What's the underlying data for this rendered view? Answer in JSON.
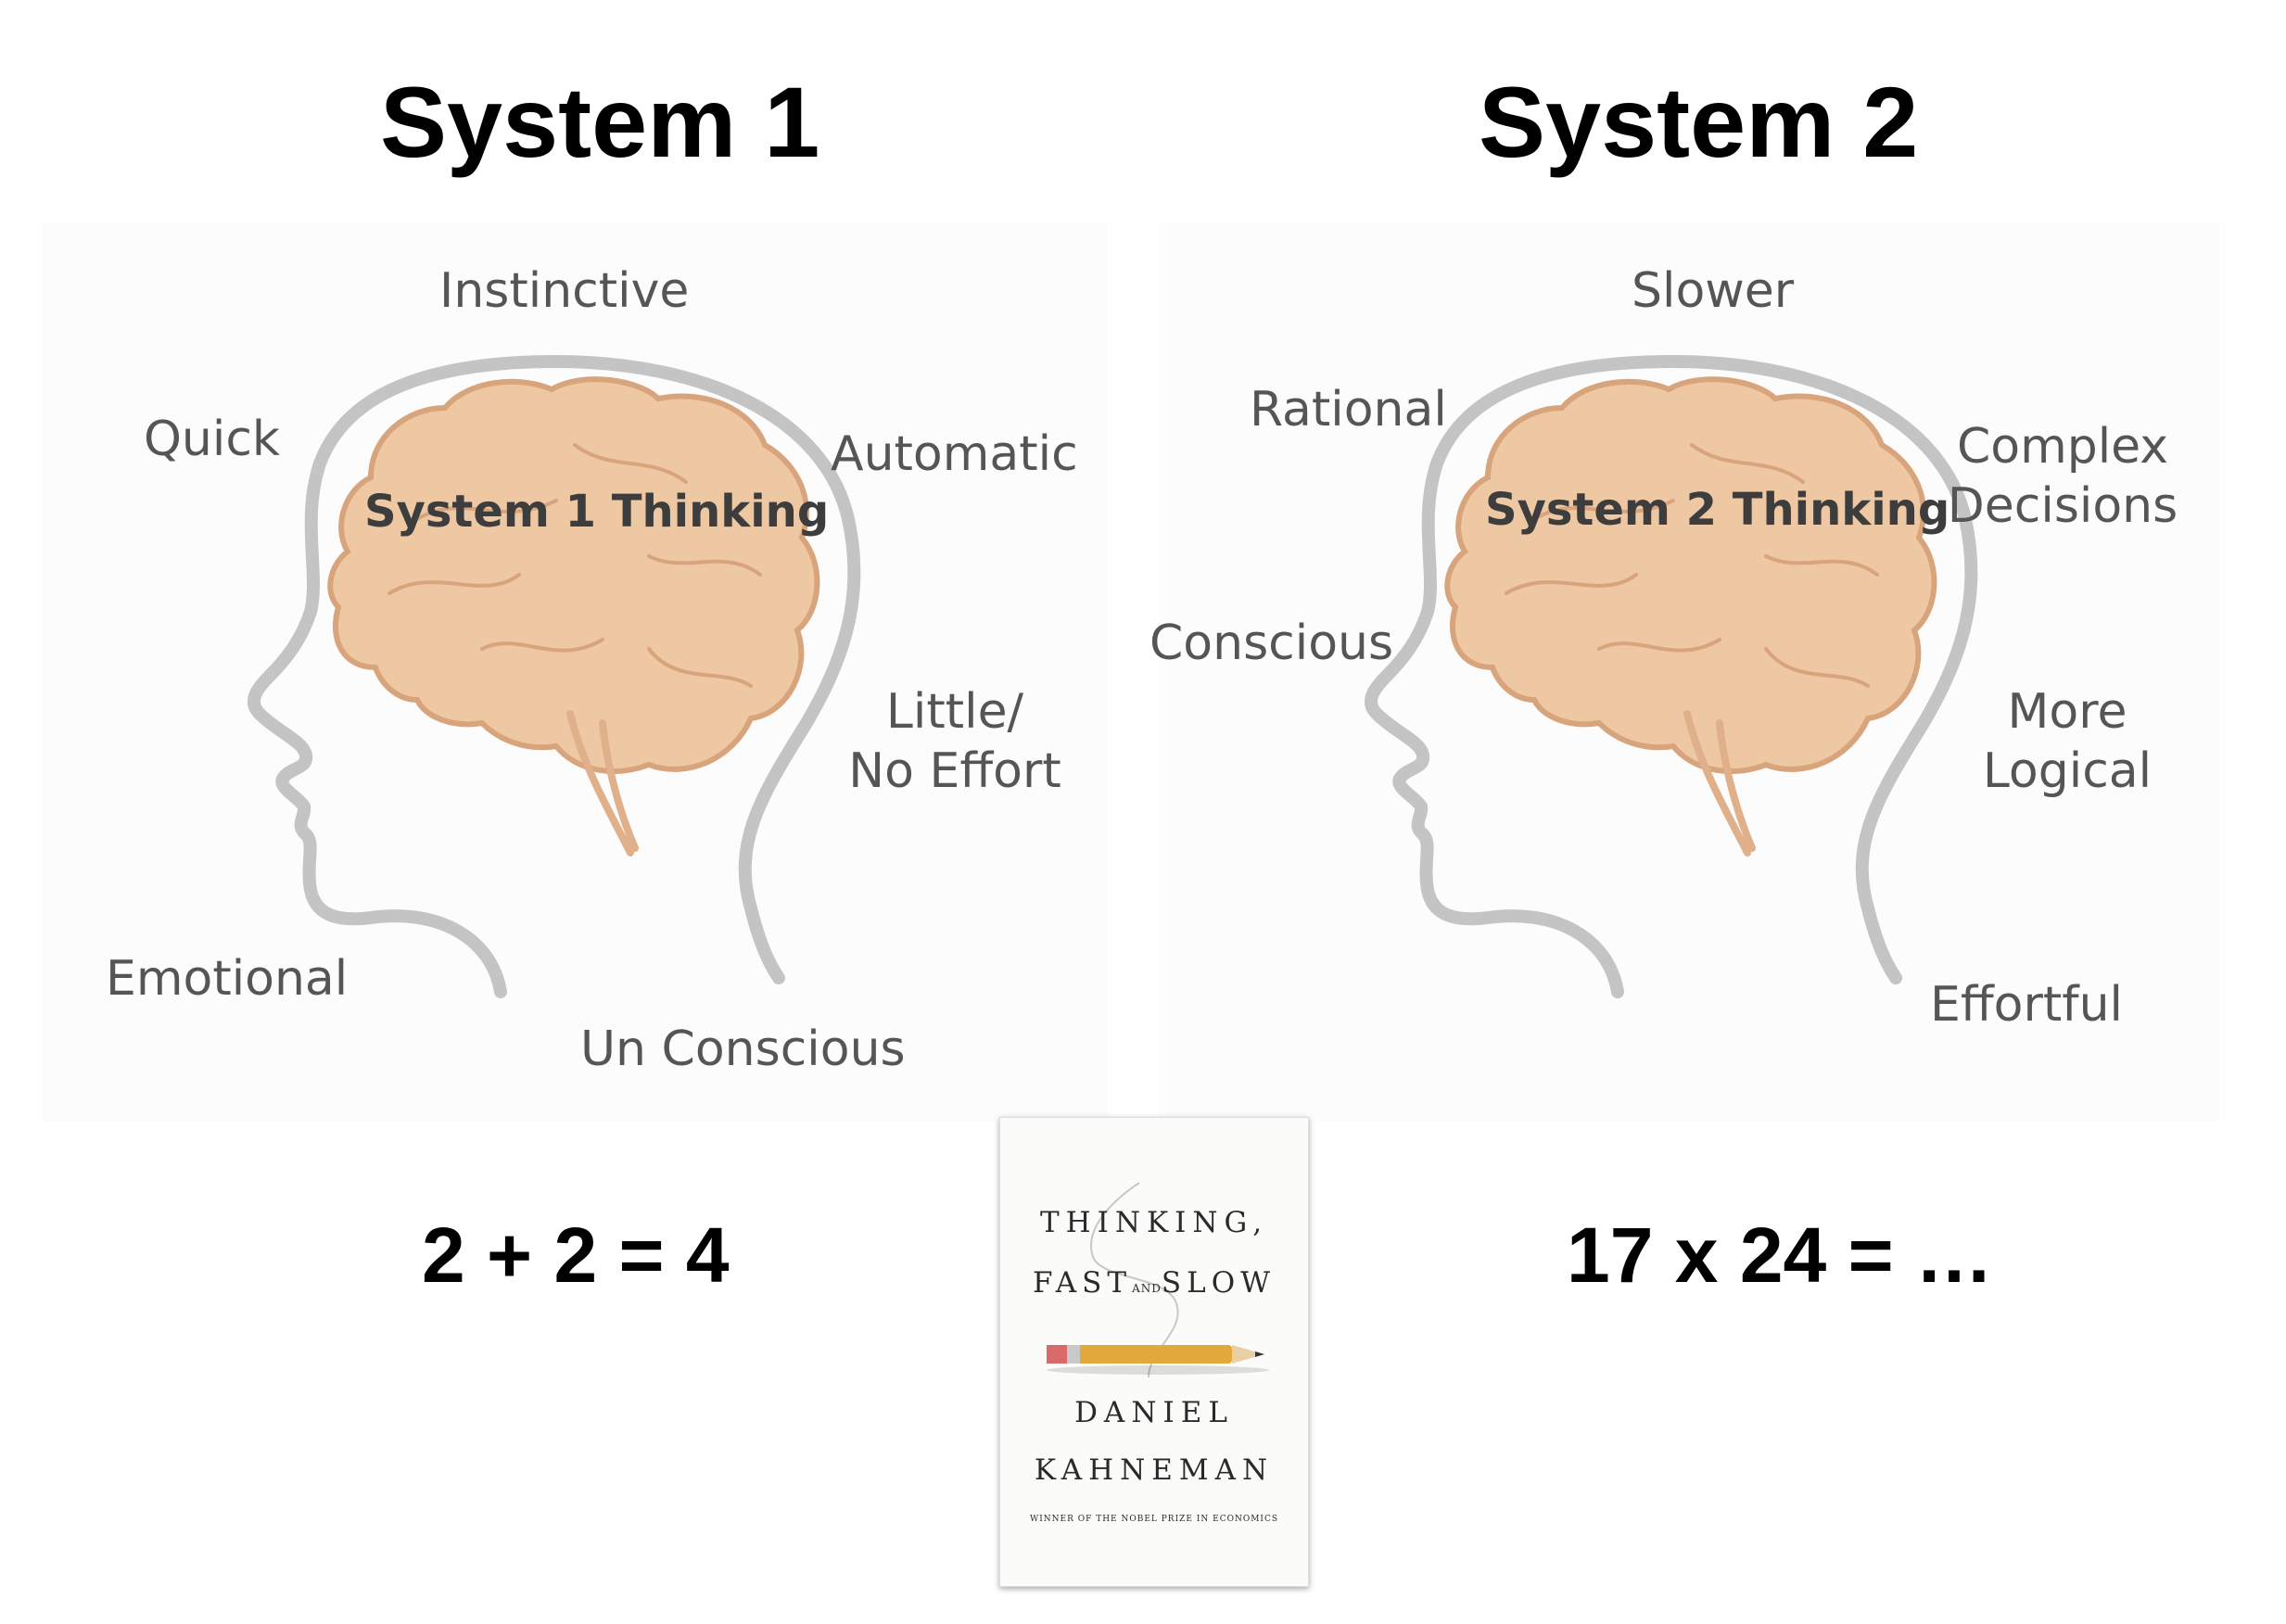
{
  "system1": {
    "title": "System 1",
    "brain_label": "System 1 Thinking",
    "traits": [
      "Instinctive",
      "Quick",
      "Automatic",
      "Little/",
      "No Effort",
      "Emotional",
      "Un Conscious"
    ],
    "example": "2 + 2 = 4"
  },
  "system2": {
    "title": "System 2",
    "brain_label": "System 2 Thinking",
    "traits": [
      "Slower",
      "Rational",
      "Complex",
      "Decisions",
      "Conscious",
      "More",
      "Logical",
      "Effortful"
    ],
    "example": "17 x 24 = …"
  },
  "book": {
    "title_line1": "THINKING,",
    "title_line2_a": "FAST",
    "title_line2_and": "AND",
    "title_line2_b": "SLOW",
    "author_first": "DANIEL",
    "author_last": "KAHNEMAN",
    "tagline": "WINNER OF THE NOBEL PRIZE IN ECONOMICS"
  },
  "colors": {
    "head_outline": "#c4c4c4",
    "brain_fill": "#eec7a3",
    "brain_stroke": "#d8a47c",
    "label_text": "#555555"
  },
  "icons": [
    "head-profile-icon",
    "brain-icon",
    "pencil-icon"
  ]
}
